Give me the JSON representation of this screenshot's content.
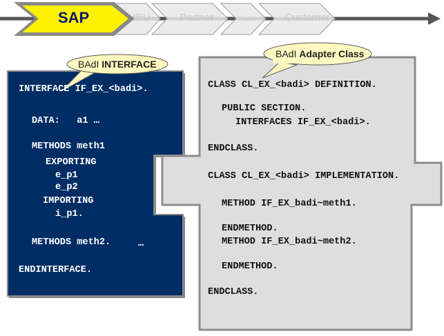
{
  "process_bar": {
    "stages": [
      "SAP",
      "IBU",
      "Partner",
      "...",
      "Customer"
    ],
    "active_color": "#FFF200",
    "inactive_color": "#E8E8E8"
  },
  "interface_box": {
    "callout_prefix": "BAdI",
    "callout_bold": "INTERFACE",
    "lines": [
      "INTERFACE IF_EX_<badi>.",
      "DATA:   a1 …",
      "METHODS meth1",
      "EXPORTING",
      "e_p1",
      "e_p2",
      "IMPORTING",
      "i_p1.",
      "METHODS meth2.",
      "…",
      "ENDINTERFACE."
    ],
    "color": "#002D64"
  },
  "class_box": {
    "callout_prefix": "BAdI",
    "callout_bold": "Adapter Class",
    "lines": [
      "CLASS CL_EX_<badi> DEFINITION.",
      "PUBLIC SECTION.",
      "INTERFACES IF_EX_<badi>.",
      "ENDCLASS.",
      "CLASS CL_EX_<badi> IMPLEMENTATION.",
      "METHOD IF_EX_badi~meth1.",
      "ENDMETHOD.",
      "METHOD IF_EX_badi~meth2.",
      "ENDMETHOD.",
      "ENDCLASS."
    ],
    "color": "#DEDEDE"
  }
}
